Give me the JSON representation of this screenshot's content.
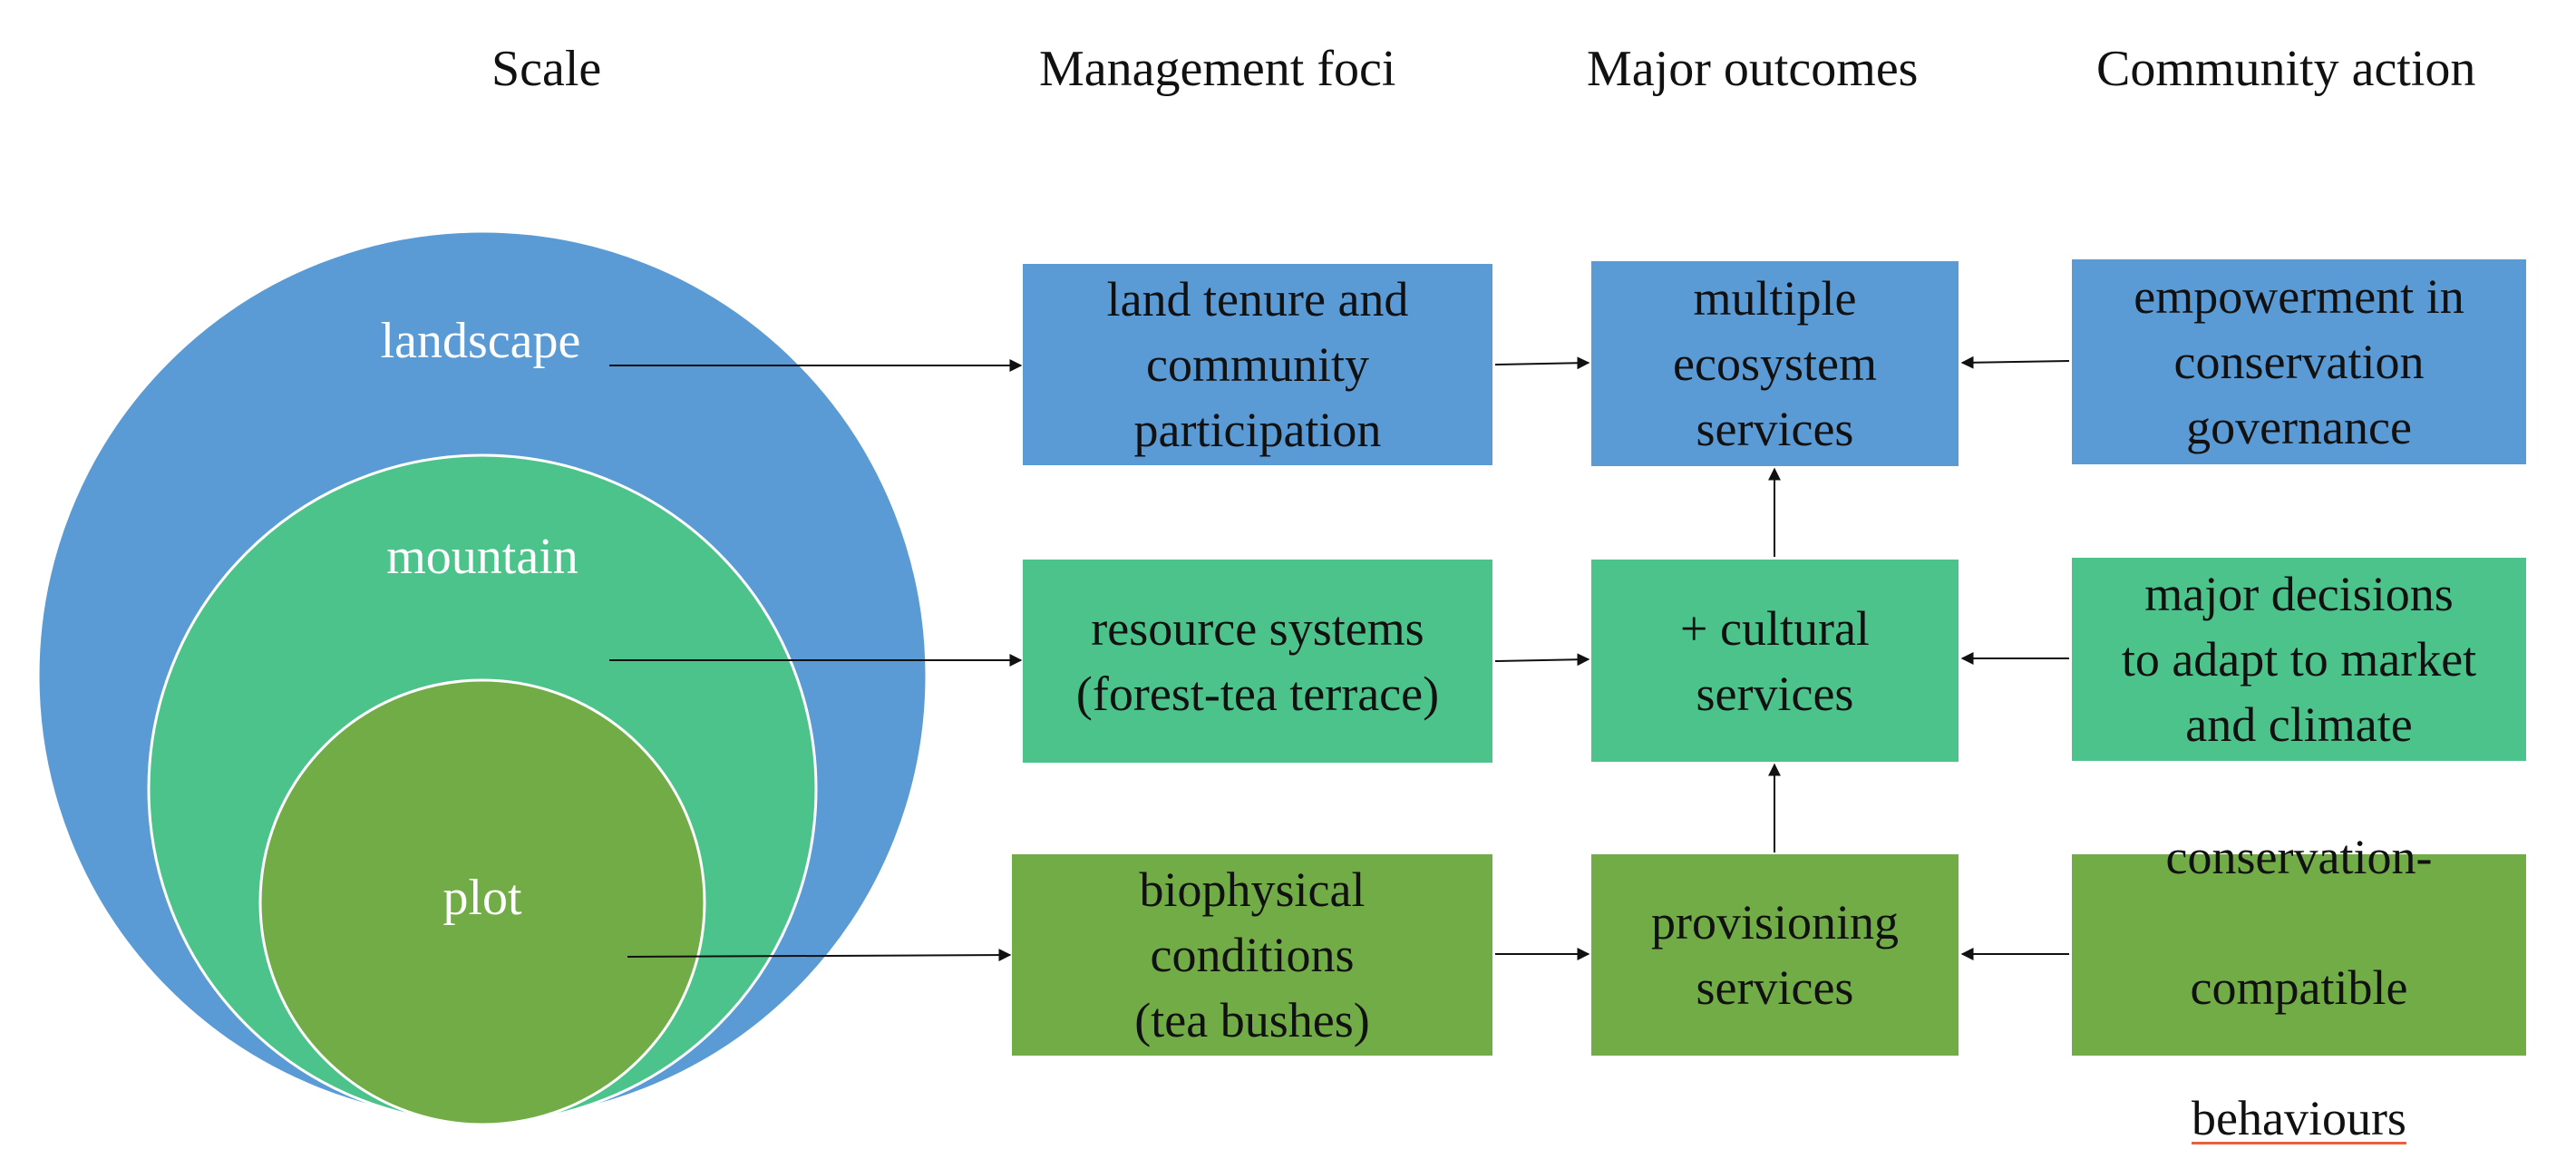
{
  "headers": {
    "scale": "Scale",
    "management_foci": "Management foci",
    "major_outcomes": "Major outcomes",
    "community_action": "Community action"
  },
  "circles": {
    "landscape": "landscape",
    "mountain": "mountain",
    "plot": "plot"
  },
  "management": {
    "landscape": "land tenure and\ncommunity\nparticipation",
    "mountain": "resource systems\n(forest-tea terrace)",
    "plot": "biophysical\nconditions\n(tea bushes)"
  },
  "outcomes": {
    "top": "multiple\necosystem\nservices",
    "middle": "+ cultural\nservices",
    "bottom": "provisioning\nservices"
  },
  "community": {
    "top": "empowerment in\nconservation\ngovernance",
    "middle": "major decisions\nto adapt to market\nand climate",
    "bottom_line1": "conservation-",
    "bottom_line2": "compatible",
    "bottom_line3": "behaviours"
  },
  "colors": {
    "blue": "#5b9bd5",
    "teal": "#4dc38c",
    "green": "#72ac46",
    "arrow": "#111111"
  }
}
